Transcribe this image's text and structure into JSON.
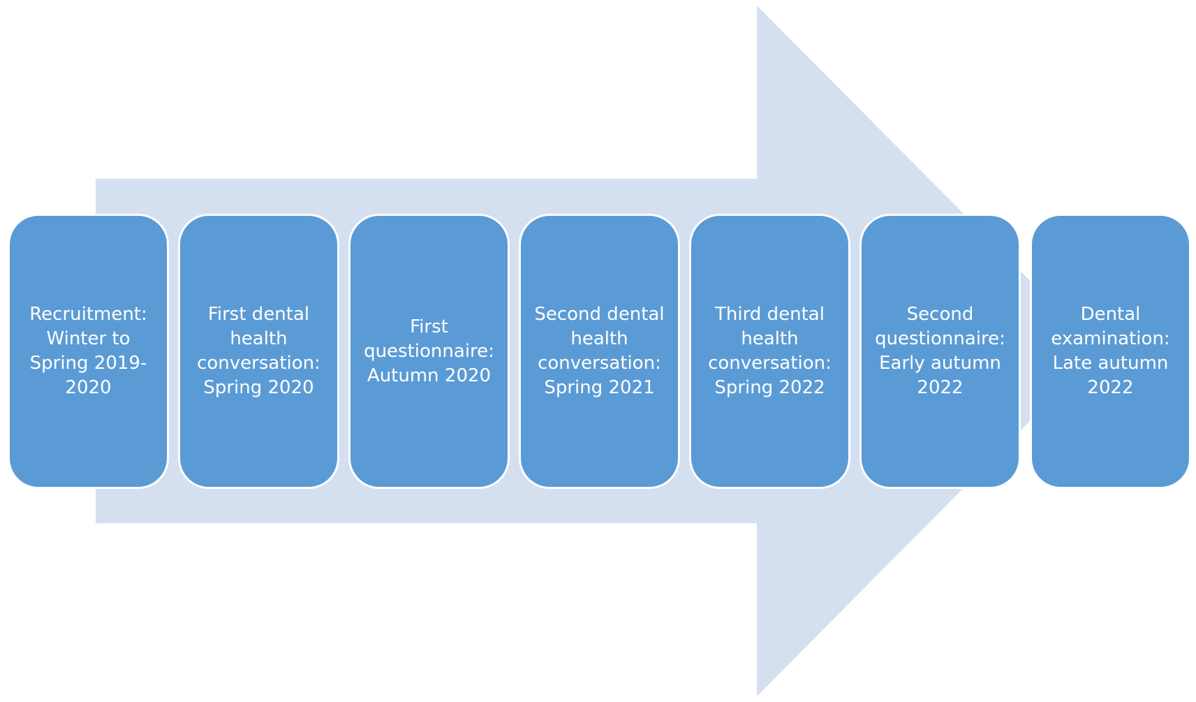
{
  "colors": {
    "arrow_fill": "#d4dff0",
    "step_fill": "#5b9bd5",
    "step_border": "#ffffff",
    "step_text": "#ffffff"
  },
  "steps": [
    {
      "label": "Recruitment:\nWinter to\nSpring 2019-\n2020"
    },
    {
      "label": "First dental\nhealth\nconversation:\nSpring 2020"
    },
    {
      "label": "First\nquestionnaire:\nAutumn 2020"
    },
    {
      "label": "Second dental\nhealth\nconversation:\nSpring 2021"
    },
    {
      "label": "Third dental\nhealth\nconversation:\nSpring 2022"
    },
    {
      "label": "Second\nquestionnaire:\nEarly autumn\n2022"
    },
    {
      "label": "Dental\nexamination:\nLate autumn\n2022"
    }
  ]
}
